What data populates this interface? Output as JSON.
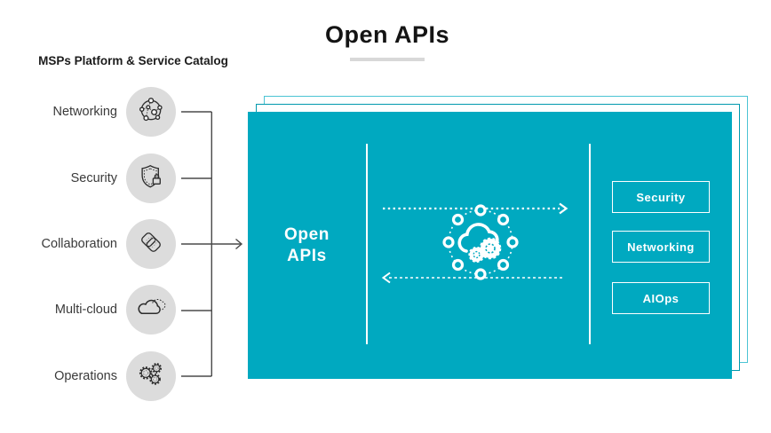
{
  "page": {
    "title": "Open APIs"
  },
  "catalog": {
    "heading": "MSPs Platform & Service Catalog",
    "items": [
      {
        "label": "Networking",
        "icon": "network-nodes-icon"
      },
      {
        "label": "Security",
        "icon": "shield-lock-icon"
      },
      {
        "label": "Collaboration",
        "icon": "overlapping-squares-icon"
      },
      {
        "label": "Multi-cloud",
        "icon": "multi-cloud-icon"
      },
      {
        "label": "Operations",
        "icon": "gears-icon"
      }
    ]
  },
  "api_box": {
    "label_line1": "Open",
    "label_line2": "APIs",
    "center_icon": "cloud-integration-network-icon",
    "buttons": [
      {
        "label": "Security"
      },
      {
        "label": "Networking"
      },
      {
        "label": "AIOps"
      }
    ]
  },
  "colors": {
    "teal": "#00a9c0",
    "outline_inner": "#0099ae",
    "outline_outer": "#4cc4d4",
    "circle_gray": "#dcdcdc",
    "underline_gray": "#d8d8d8",
    "text_dark": "#3a3a3a",
    "connector_gray": "#4a4a4a",
    "white": "#ffffff"
  }
}
